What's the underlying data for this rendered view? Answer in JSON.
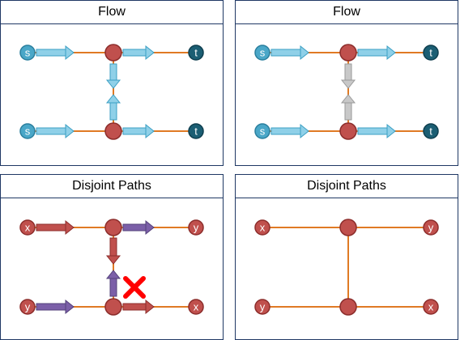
{
  "colors": {
    "edge": "#e07a24",
    "flow_arrow": "#8fd0e8",
    "flow_arrow_stroke": "#3b9fc3",
    "source": "#4aa7c8",
    "sink": "#1b5e73",
    "mid_node": "#c0504d",
    "mid_node_stroke": "#8c2d2b",
    "gray_arrow": "#b7b7b7",
    "red_path": "#c0504d",
    "purple_path": "#7b5fa8",
    "cross": "#ff0000",
    "border": "#1f3864"
  },
  "panels": [
    {
      "title": "Flow",
      "variant": "flow-both"
    },
    {
      "title": "Flow",
      "variant": "flow-cancel"
    },
    {
      "title": "Disjoint Paths",
      "variant": "paths-conflict"
    },
    {
      "title": "Disjoint Paths",
      "variant": "paths-plain"
    }
  ],
  "labels": {
    "s": "s",
    "t": "t",
    "x": "x",
    "y": "y"
  },
  "icons": {
    "conflict": "red-x-icon"
  }
}
